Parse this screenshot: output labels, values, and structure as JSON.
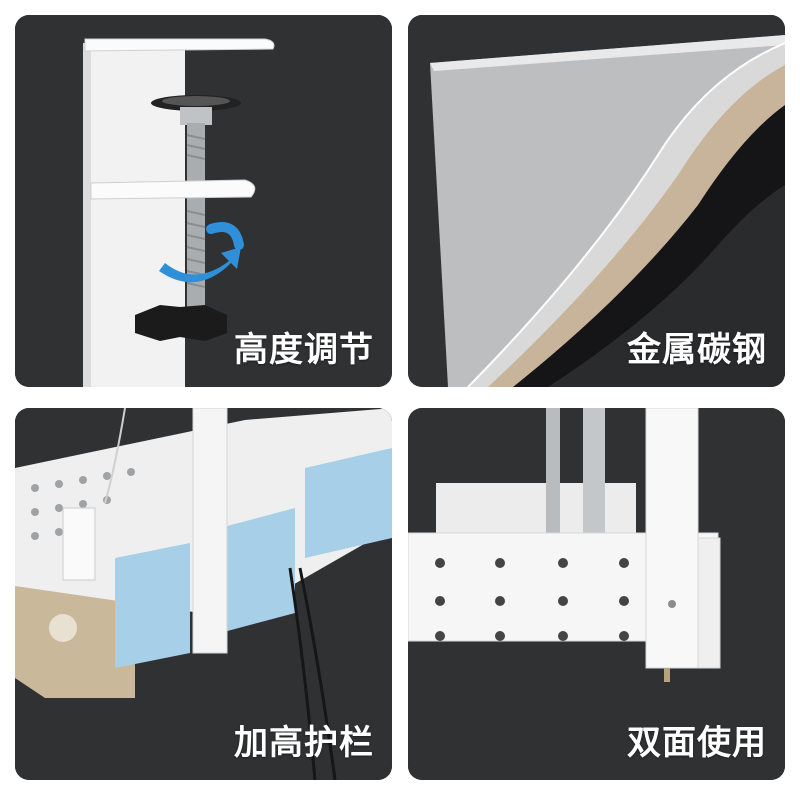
{
  "panels": [
    {
      "caption": "高度调节"
    },
    {
      "caption": "金属碳钢"
    },
    {
      "caption": "加高护栏"
    },
    {
      "caption": "双面使用"
    }
  ]
}
